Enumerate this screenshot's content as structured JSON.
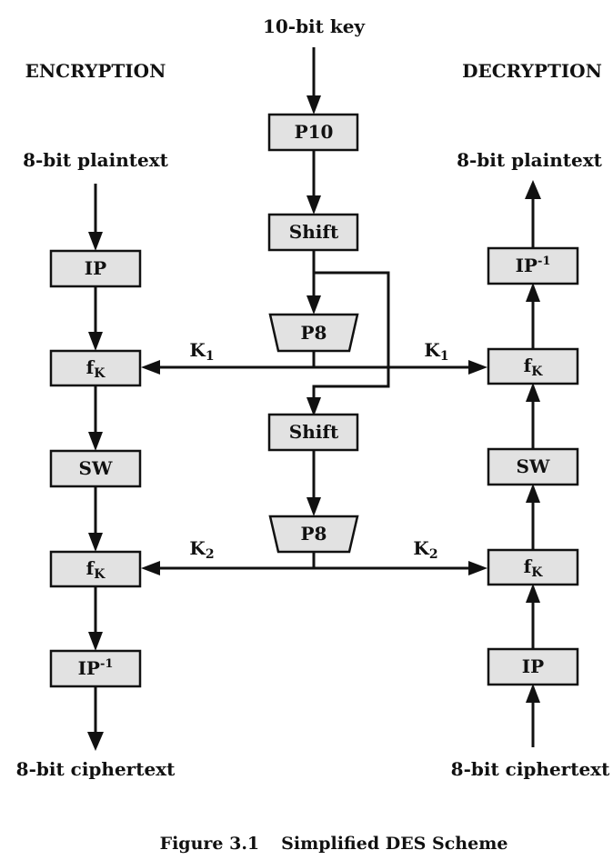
{
  "key_input": "10-bit key",
  "encryption": {
    "heading": "ENCRYPTION",
    "input": "8-bit plaintext",
    "output": "8-bit ciphertext",
    "ip": "IP",
    "fk": "f",
    "fk_sub": "K",
    "sw": "SW",
    "ip_inv": "IP",
    "ip_inv_sup": "-1"
  },
  "decryption": {
    "heading": "DECRYPTION",
    "input": "8-bit ciphertext",
    "output": "8-bit plaintext",
    "ip": "IP",
    "fk": "f",
    "fk_sub": "K",
    "sw": "SW",
    "ip_inv": "IP",
    "ip_inv_sup": "-1"
  },
  "key_generation": {
    "p10": "P10",
    "shift": "Shift",
    "p8": "P8"
  },
  "subkeys": {
    "k": "K",
    "k1_sub": "1",
    "k2_sub": "2"
  },
  "caption": {
    "number": "Figure 3.1",
    "title": "Simplified DES Scheme"
  }
}
